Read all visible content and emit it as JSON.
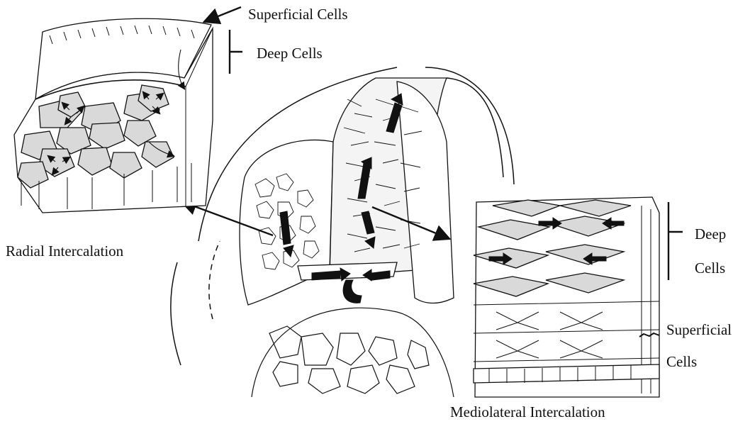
{
  "labels": {
    "superficial_cells_top": "Superficial Cells",
    "deep_cells_top": "Deep Cells",
    "radial_intercalation": "Radial Intercalation",
    "deep_right_1": "Deep",
    "deep_right_2": "Cells",
    "superficial_right_1": "Superficial",
    "superficial_right_2": "Cells",
    "mediolateral_intercalation": "Mediolateral Intercalation"
  },
  "colors": {
    "ink": "#111111",
    "cell_shade": "#d9d9d9",
    "background": "#ffffff"
  }
}
